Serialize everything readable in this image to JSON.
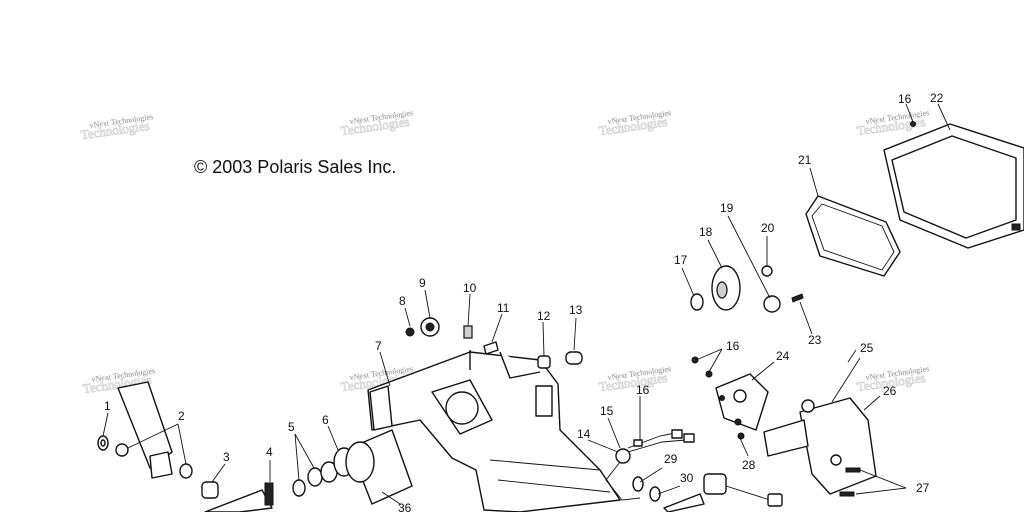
{
  "copyright": "© 2003 Polaris Sales Inc.",
  "watermark": {
    "text": "vNext Technologies",
    "ghost": "Technologies"
  },
  "callouts": [
    "1",
    "2",
    "3",
    "4",
    "5",
    "6",
    "7",
    "8",
    "9",
    "10",
    "11",
    "12",
    "13",
    "14",
    "15",
    "16",
    "16",
    "16",
    "17",
    "18",
    "19",
    "20",
    "21",
    "22",
    "23",
    "24",
    "25",
    "26",
    "27",
    "28",
    "29",
    "30",
    "36"
  ]
}
